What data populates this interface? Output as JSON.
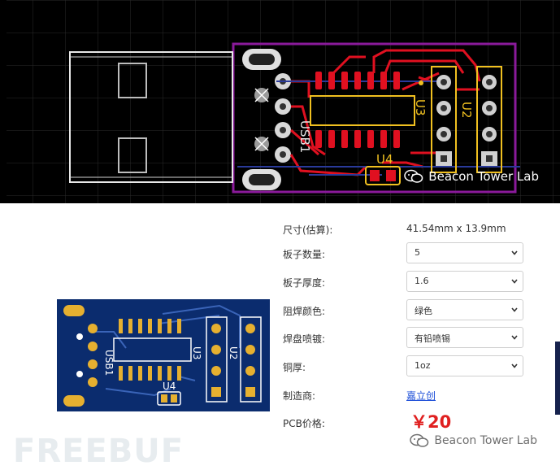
{
  "pcb": {
    "designators": {
      "usb": "USB1",
      "u3": "U3",
      "u2": "U2",
      "u4": "U4"
    }
  },
  "watermark": {
    "text": "Beacon Tower Lab"
  },
  "order": {
    "size_label": "尺寸(估算):",
    "size_value": "41.54mm x 13.9mm",
    "quantity_label": "板子数量:",
    "quantity_value": "5",
    "thickness_label": "板子厚度:",
    "thickness_value": "1.6",
    "mask_label": "阻焊颜色:",
    "mask_value": "绿色",
    "surface_label": "焊盘喷镀:",
    "surface_value": "有铅喷锡",
    "copper_label": "铜厚:",
    "copper_value": "1oz",
    "maker_label": "制造商:",
    "maker_value": "嘉立创",
    "price_label": "PCB价格:",
    "price_value": "￥20"
  },
  "site_watermark": "FREEBUF",
  "icons": {
    "chevron": "chevron-down-icon",
    "wechat": "wechat-icon"
  }
}
